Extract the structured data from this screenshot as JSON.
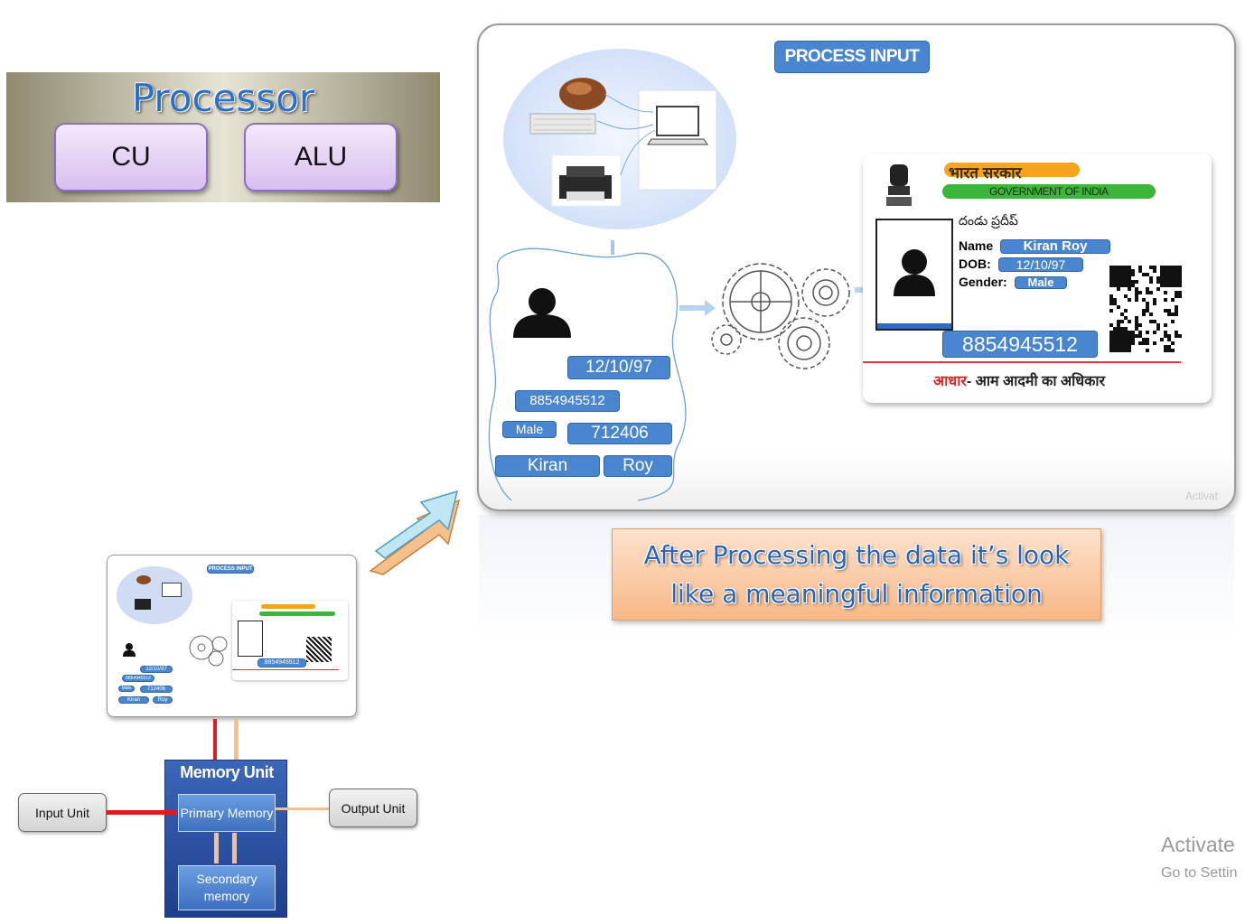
{
  "processor": {
    "title": "Processor",
    "cu": "CU",
    "alu": "ALU"
  },
  "process_input": {
    "title": "PROCESS INPUT",
    "raw_data": {
      "dob": "12/10/97",
      "number": "8854945512",
      "gender": "Male",
      "pin": "712406",
      "first_name": "Kiran",
      "last_name": "Roy"
    },
    "card": {
      "header_hindi": "भारत सरकार",
      "header_english": "GOVERNMENT OF INDIA",
      "telugu_name": "దండు ప్రదీప్",
      "name_label": "Name",
      "name_value": "Kiran  Roy",
      "dob_label": "DOB:",
      "dob_value": "12/10/97",
      "gender_label": "Gender:",
      "gender_value": "Male",
      "aadhaar_number": "8854945512",
      "footer_highlight": "आधार",
      "footer_rest": "- आम आदमी का अधिकार"
    },
    "watermark": "Activat"
  },
  "caption": {
    "line1": "After Processing  the data it’s look",
    "line2": "like a meaningful information"
  },
  "memory_diagram": {
    "input_unit": "Input Unit",
    "output_unit": "Output Unit",
    "memory_unit": "Memory Unit",
    "primary_memory": "Primary Memory",
    "secondary_memory": "Secondary memory",
    "thumb_title": "PROCESS INPUT",
    "thumb_dob": "12/10/97",
    "thumb_number": "8854945512",
    "thumb_gender": "Male",
    "thumb_pin": "712406",
    "thumb_first": "Kiran",
    "thumb_last": "Roy",
    "thumb_card_number": "8854945512"
  },
  "os_watermark": {
    "line1": "Activate",
    "line2": "Go to Settin"
  },
  "colors": {
    "tag_blue": "#4a86cf",
    "caption_orange": "#f7b887",
    "memory_blue": "#2a4f9f",
    "arrow_red": "#e11b1b",
    "arrow_peach": "#f6c08d"
  }
}
